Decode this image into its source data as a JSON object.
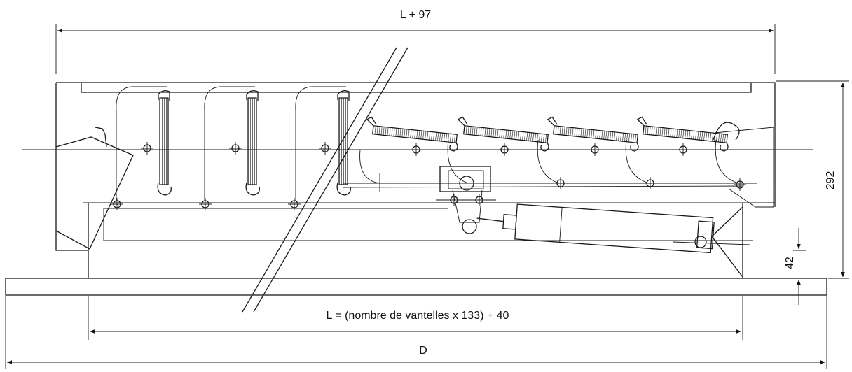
{
  "dimensions": {
    "overall_width_label": "L + 97",
    "height_label": "292",
    "flange_label": "42",
    "length_formula_label": "L = (nombre de vantelles x 133) + 40",
    "total_label": "D"
  },
  "colors": {
    "line": "#1a1a1a",
    "background": "#ffffff"
  }
}
